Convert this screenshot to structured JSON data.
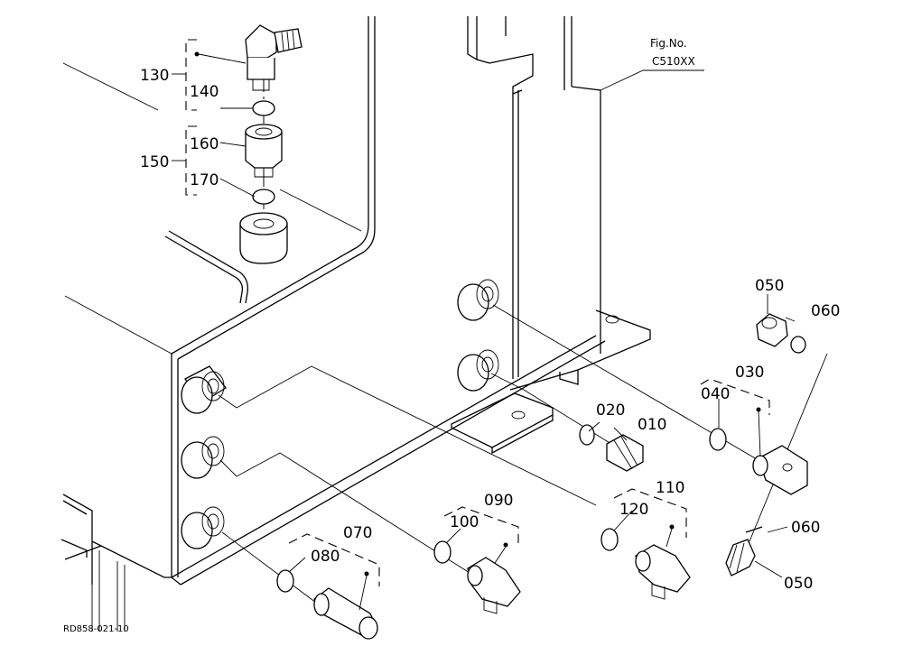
{
  "fig": {
    "line1": "Fig.No.",
    "line2": "C510XX"
  },
  "drawing_number": "RD858-021-10",
  "callouts": {
    "p010": "010",
    "p020": "020",
    "p030": "030",
    "p040": "040",
    "p050a": "050",
    "p050b": "050",
    "p060a": "060",
    "p060b": "060",
    "p070": "070",
    "p080": "080",
    "p090": "090",
    "p100": "100",
    "p110": "110",
    "p120": "120",
    "p130": "130",
    "p140": "140",
    "p150": "150",
    "p160": "160",
    "p170": "170"
  }
}
